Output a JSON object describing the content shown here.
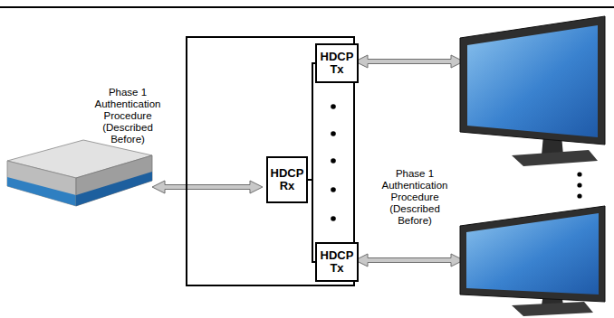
{
  "diagram": {
    "nodes": [
      {
        "text": []
      },
      {
        "text": [
          "HDCP Rx"
        ],
        "in": 0
      },
      {
        "text": [
          "HDCP Tx"
        ],
        "in": 0
      },
      {
        "text": [
          "HDCP Tx"
        ],
        "in": 0
      }
    ],
    "edges": [
      {
        "from": 1,
        "to": 2,
        "arrow": "none"
      },
      {
        "from": 1,
        "to": 3,
        "arrow": "none"
      }
    ],
    "labels": [
      "Phase 1 Authentication Procedure (Described Before)",
      "Phase 1 Authentication Procedure (Described Before)"
    ]
  }
}
